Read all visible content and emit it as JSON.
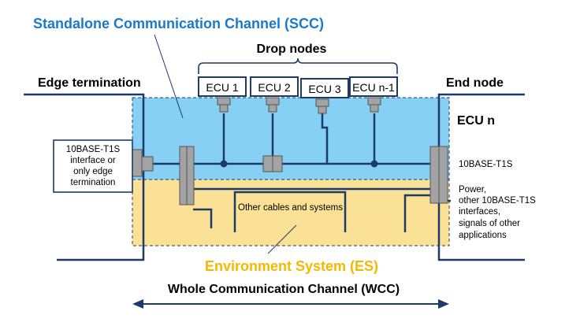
{
  "title": "Standalone Communication Channel (SCC)",
  "drop_nodes_label": "Drop nodes",
  "edge_termination_label": "Edge termination",
  "end_node_label": "End node",
  "ecus": [
    "ECU 1",
    "ECU 2",
    "ECU 3",
    "ECU n-1"
  ],
  "ecu_n_label": "ECU n",
  "edge_box_lines": [
    "10BASE-T1S",
    "interface or",
    "only edge",
    "termination"
  ],
  "right_labels": {
    "t1s": "10BASE-T1S",
    "power_lines": [
      "Power,",
      "other 10BASE-T1S",
      "interfaces,",
      "signals of other",
      "applications"
    ]
  },
  "other_cables_label": "Other cables and systems",
  "environment_label": "Environment System (ES)",
  "wcc_label": "Whole Communication Channel (WCC)",
  "colors": {
    "scc_title": "#1a7ac9",
    "es_title": "#f5b800",
    "scc_fill": "#85d0f3",
    "es_fill": "#fbe195",
    "line": "#1d3a6b",
    "connector": "#a3a3a3"
  }
}
